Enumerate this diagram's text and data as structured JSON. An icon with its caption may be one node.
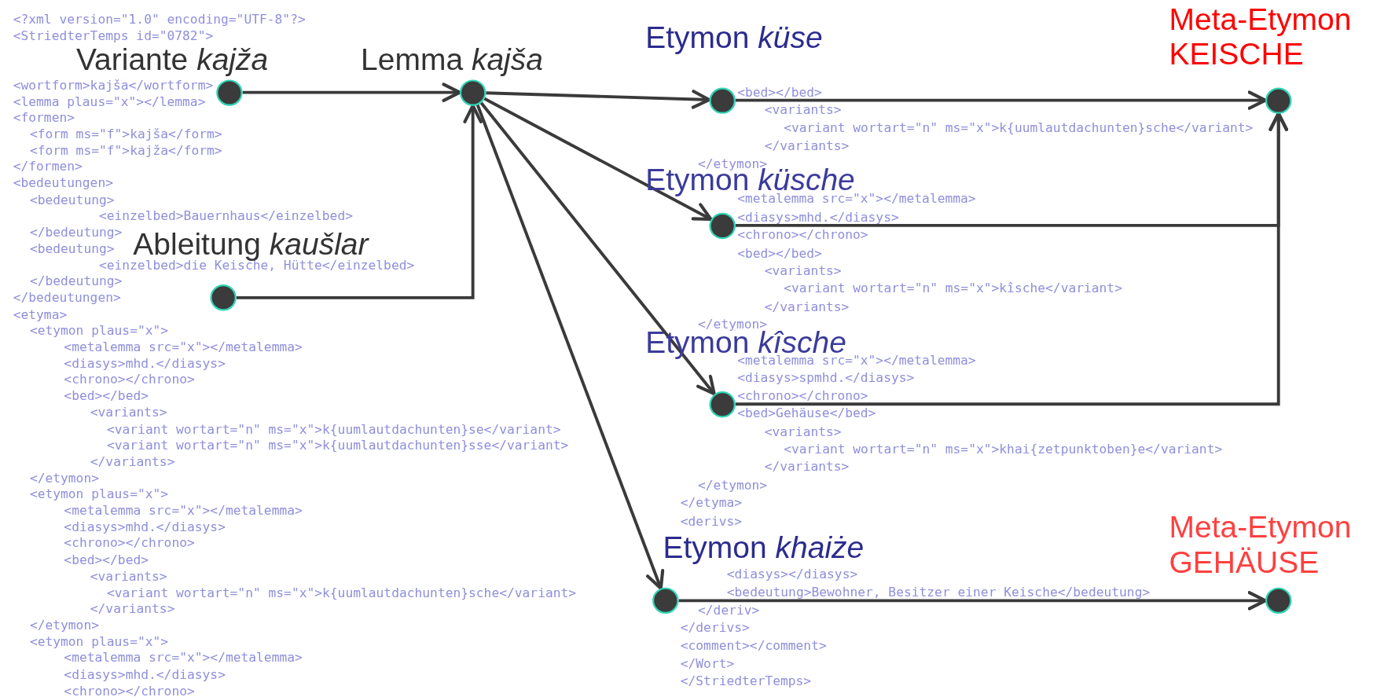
{
  "diagram": {
    "nodes": [
      {
        "text": [
          "Variante *kajža*"
        ]
      },
      {
        "text": [
          "Lemma *kajša*"
        ]
      },
      {
        "text": [
          "Ableitung *kaušlar*"
        ]
      },
      {
        "text": [
          "Etymon *küse*"
        ]
      },
      {
        "text": [
          "Etymon *küsche*"
        ]
      },
      {
        "text": [
          "Etymon *kîsche*"
        ]
      },
      {
        "text": [
          "Etymon *khaiże*"
        ]
      },
      {
        "text": [
          "Meta-Etymon KEISCHE"
        ]
      },
      {
        "text": [
          "Meta-Etymon GEHÄUSE"
        ]
      }
    ],
    "edges": [
      {
        "from": 0,
        "to": 1,
        "arrow": "to"
      },
      {
        "from": 2,
        "to": 1,
        "arrow": "to"
      },
      {
        "from": 1,
        "to": 3,
        "arrow": "to"
      },
      {
        "from": 1,
        "to": 4,
        "arrow": "to"
      },
      {
        "from": 1,
        "to": 5,
        "arrow": "to"
      },
      {
        "from": 1,
        "to": 6,
        "arrow": "to"
      },
      {
        "from": 3,
        "to": 7,
        "arrow": "to"
      },
      {
        "from": 4,
        "to": 7,
        "arrow": "to"
      },
      {
        "from": 5,
        "to": 7,
        "arrow": "to"
      },
      {
        "from": 6,
        "to": 8,
        "arrow": "to"
      }
    ],
    "labels": [
      "<?xml version=\"1.0\" encoding=\"UTF-8\"?>",
      "<StriedterTemps id=\"0782\">",
      "<wortform>kajša</wortform>",
      "<lemma plaus=\"x\"></lemma>",
      "<formen>",
      "<form ms=\"f\">kajša</form>",
      "<form ms=\"f\">kajža</form>",
      "</formen>",
      "<bedeutungen>",
      "<bedeutung>",
      "<einzelbed>Bauernhaus</einzelbed>",
      "</bedeutung>",
      "<bedeutung>",
      "<einzelbed>die Keische, Hütte</einzelbed>",
      "</bedeutung>",
      "</bedeutungen>",
      "<etyma>",
      "<etymon plaus=\"x\">",
      "<metalemma src=\"x\"></metalemma>",
      "<diasys>mhd.</diasys>",
      "<chrono></chrono>",
      "<bed></bed>",
      "<variants>",
      "<variant wortart=\"n\" ms=\"x\">k{uumlautdachunten}se</variant>",
      "<variant wortart=\"n\" ms=\"x\">k{uumlautdachunten}sse</variant>",
      "</variants>",
      "</etymon>",
      "<etymon plaus=\"x\">",
      "<metalemma src=\"x\"></metalemma>",
      "<diasys>mhd.</diasys>",
      "<chrono></chrono>",
      "<bed></bed>",
      "<variants>",
      "<variant wortart=\"n\" ms=\"x\">k{uumlautdachunten}sche</variant>",
      "</variants>",
      "</etymon>",
      "<etymon plaus=\"x\">",
      "<metalemma src=\"x\"></metalemma>",
      "<diasys>mhd.</diasys>",
      "<chrono></chrono>",
      "<bed></bed>",
      "<variants>",
      "<variant wortart=\"n\" ms=\"x\">k{uumlautdachunten}sche</variant>",
      "</variants>",
      "</etymon>",
      "<metalemma src=\"x\"></metalemma>",
      "<diasys>mhd.</diasys>",
      "<chrono></chrono>",
      "<bed></bed>",
      "<variants>",
      "<variant wortart=\"n\" ms=\"x\">kîsche</variant>",
      "</variants>",
      "</etymon>",
      "<metalemma src=\"x\"></metalemma>",
      "<diasys>spmhd.</diasys>",
      "<chrono></chrono>",
      "<bed>Gehäuse</bed>",
      "<variants>",
      "<variant wortart=\"n\" ms=\"x\">khai{zetpunktoben}e</variant>",
      "</variants>",
      "</etymon>",
      "</etyma>",
      "<derivs>",
      "<diasys></diasys>",
      "<bedeutung>Bewohner, Besitzer einer Keische</bedeutung>",
      "</deriv>",
      "</derivs>",
      "<comment></comment>",
      "</Wort>",
      "</StriedterTemps>"
    ]
  }
}
